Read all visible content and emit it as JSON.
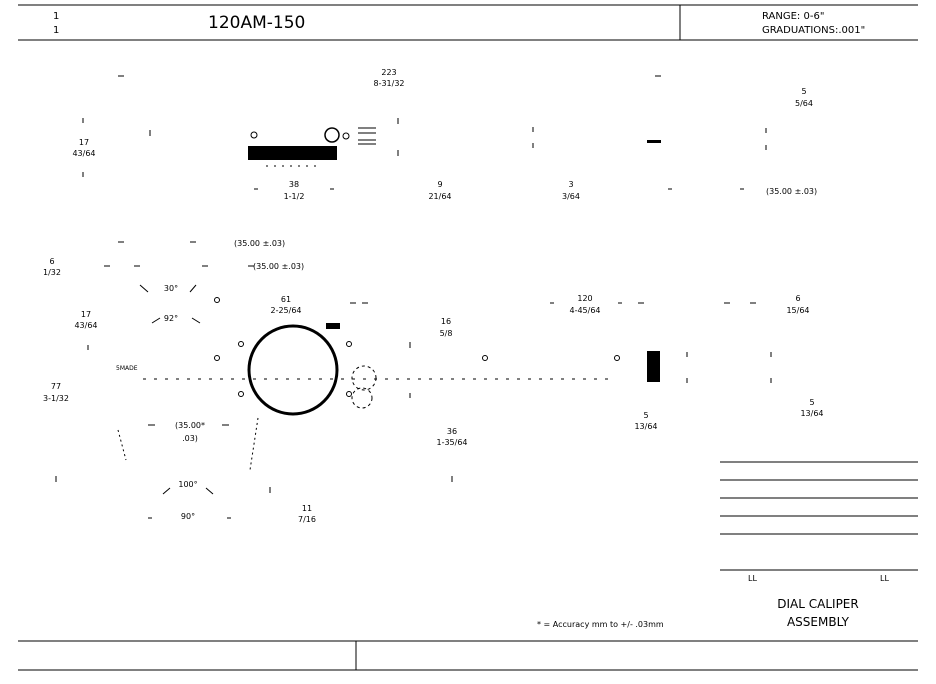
{
  "title_block": {
    "corner_top": "1",
    "corner_bottom": "1",
    "part_number": "120AM-150",
    "range": "RANGE: 0-6\"",
    "graduations": "GRADUATIONS:.001\""
  },
  "dimensions": {
    "d1_num": "223",
    "d1_den": "8-31/32",
    "d2_num": "5",
    "d2_den": "5/64",
    "d3_num": "17",
    "d3_den": "43/64",
    "d4_num": "38",
    "d4_den": "1-1/2",
    "d5_num": "9",
    "d5_den": "21/64",
    "d6_num": "3",
    "d6_den": "3/64",
    "d7": "(35.00 ±.03)",
    "d8": "(35.00 ±.03)",
    "d9": "(35.00 ±.03)",
    "d10_num": "6",
    "d10_den": "1/32",
    "d11": "30°",
    "d12": "92°",
    "d13_num": "17",
    "d13_den": "43/64",
    "d14_num": "61",
    "d14_den": "2-25/64",
    "d15_num": "16",
    "d15_den": "5/8",
    "d16_num": "120",
    "d16_den": "4-45/64",
    "d17_num": "6",
    "d17_den": "15/64",
    "d18_num": "77",
    "d18_den": "3-1/32",
    "d19": "(35.00*",
    "d20": ".03)",
    "d21_num": "36",
    "d21_den": "1-35/64",
    "d22_num": "5",
    "d22_den": "13/64",
    "d23_num": "5",
    "d23_den": "13/64",
    "d24": "100°",
    "d25": "90°",
    "d26_num": "11",
    "d26_den": "7/16"
  },
  "revision_table": {
    "left_label": "LL",
    "right_label": "LL"
  },
  "assembly_name": {
    "line1": "DIAL CALIPER",
    "line2": "ASSEMBLY"
  },
  "accuracy_note": "* = Accuracy mm to +/- .03mm",
  "small_marks": {
    "slider_marks": "5MADE"
  },
  "colors": {
    "line": "#000000",
    "background": "#ffffff"
  }
}
